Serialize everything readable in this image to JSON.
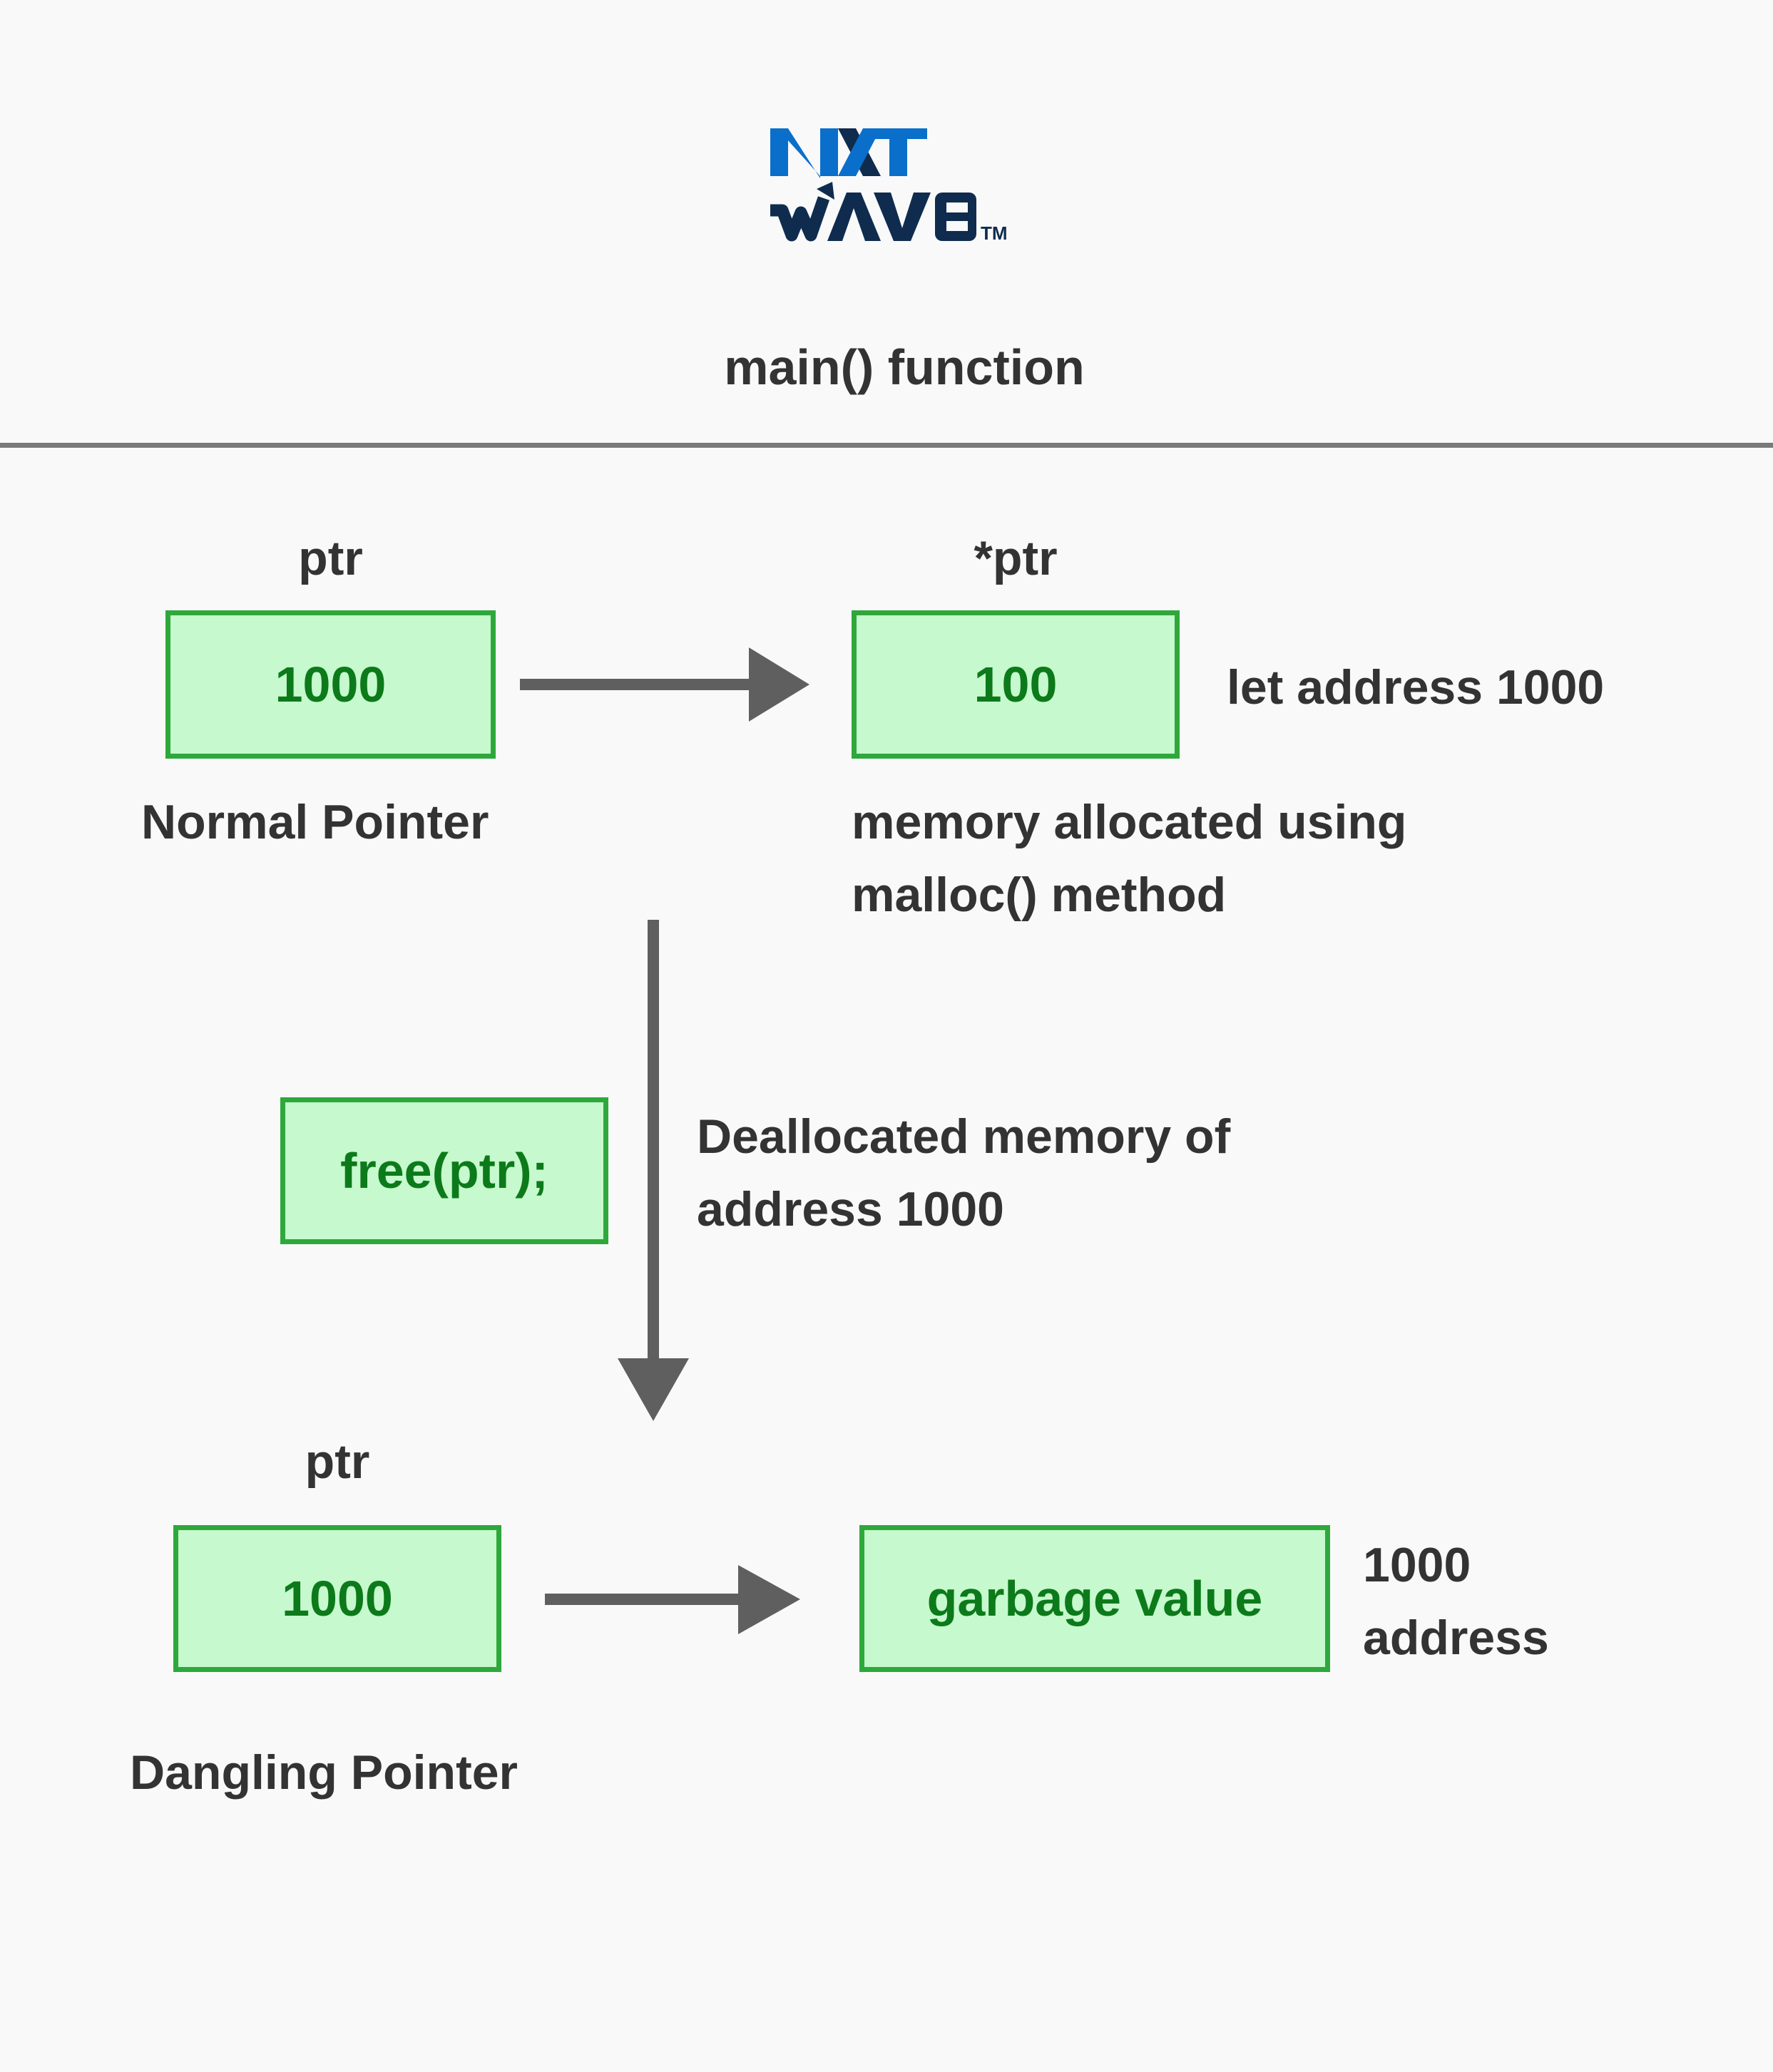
{
  "logo": {
    "line1": "NXT",
    "line2": "WAVE",
    "trademark": "TM",
    "colors": {
      "blue": "#0a6fcb",
      "navy": "#0f2c4f"
    }
  },
  "header": {
    "title": "main() function"
  },
  "normal_pointer": {
    "ptr_label": "ptr",
    "ptr_value": "1000",
    "caption": "Normal Pointer",
    "target_label": "*ptr",
    "target_value": "100",
    "target_note": "let address 1000",
    "allocation_note_line1": "memory allocated using",
    "allocation_note_line2": "malloc() method"
  },
  "deallocation": {
    "call": "free(ptr);",
    "note_line1": "Deallocated memory of",
    "note_line2": "address 1000"
  },
  "dangling_pointer": {
    "ptr_label": "ptr",
    "ptr_value": "1000",
    "caption": "Dangling Pointer",
    "target_value": "garbage value",
    "target_note_line1": "1000",
    "target_note_line2": "address"
  },
  "colors": {
    "box_fill": "#c6f9cd",
    "box_border": "#2ea83b",
    "box_text": "#0c7a1a",
    "arrow": "#5f5f5f",
    "text": "#333333"
  }
}
